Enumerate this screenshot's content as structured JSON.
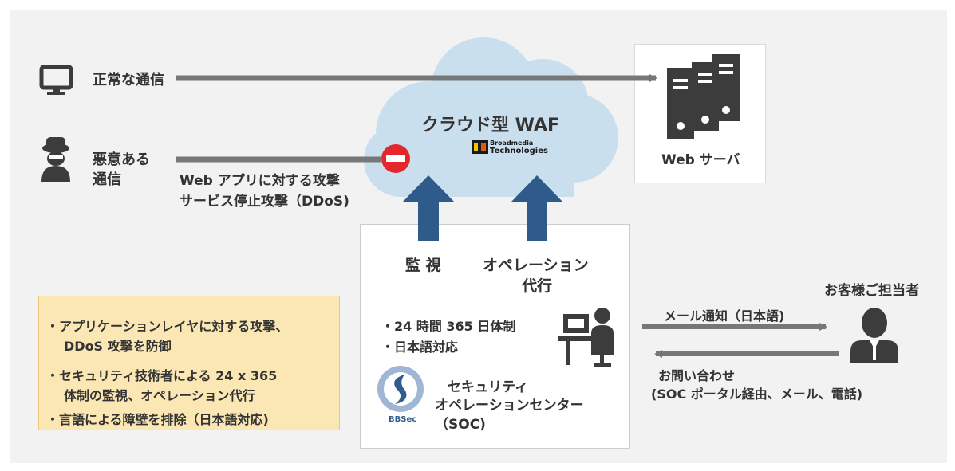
{
  "flows": {
    "normal_label": "正常な通信",
    "malicious_label_line1": "悪意ある",
    "malicious_label_line2": "通信",
    "attack_line1": "Web アプリに対する攻撃",
    "attack_line2": "サービス停止攻撃（DDoS)"
  },
  "waf": {
    "title": "クラウド型 WAF",
    "vendor_line1": "Broadmedia",
    "vendor_line2": "Technologies"
  },
  "server": {
    "label": "Web サーバ"
  },
  "soc": {
    "monitor_label": "監 視",
    "operation_line1": "オペレーション",
    "operation_line2": "代行",
    "bullet1": "・24 時間 365 日体制",
    "bullet2": "・日本語対応",
    "logo_text": "BBSec",
    "name_line1": "セキュリティ",
    "name_line2": "オペレーションセンター",
    "name_line3": "（SOC)"
  },
  "customer": {
    "label": "お客様ご担当者",
    "mail_notice": "メール通知（日本語)",
    "inquiry_line1": "お問い合わせ",
    "inquiry_line2": "(SOC ポータル経由、メール、電話)"
  },
  "features": {
    "line1": "・アプリケーションレイヤに対する攻撃、",
    "line2": "DDoS 攻撃を防御",
    "line3": "・セキュリティ技術者による 24 x 365",
    "line4": "体制の監視、オペレーション代行",
    "line5": "・言語による障壁を排除（日本語対応)"
  },
  "colors": {
    "panel_background": "#f2f2f2",
    "cloud_fill": "#c9dfee",
    "up_arrow": "#2e5b8a",
    "flow_arrow": "#777777",
    "block_icon": "#e5262c",
    "feature_box": "#fbe7b3",
    "icon_dark": "#3c3c3c"
  }
}
